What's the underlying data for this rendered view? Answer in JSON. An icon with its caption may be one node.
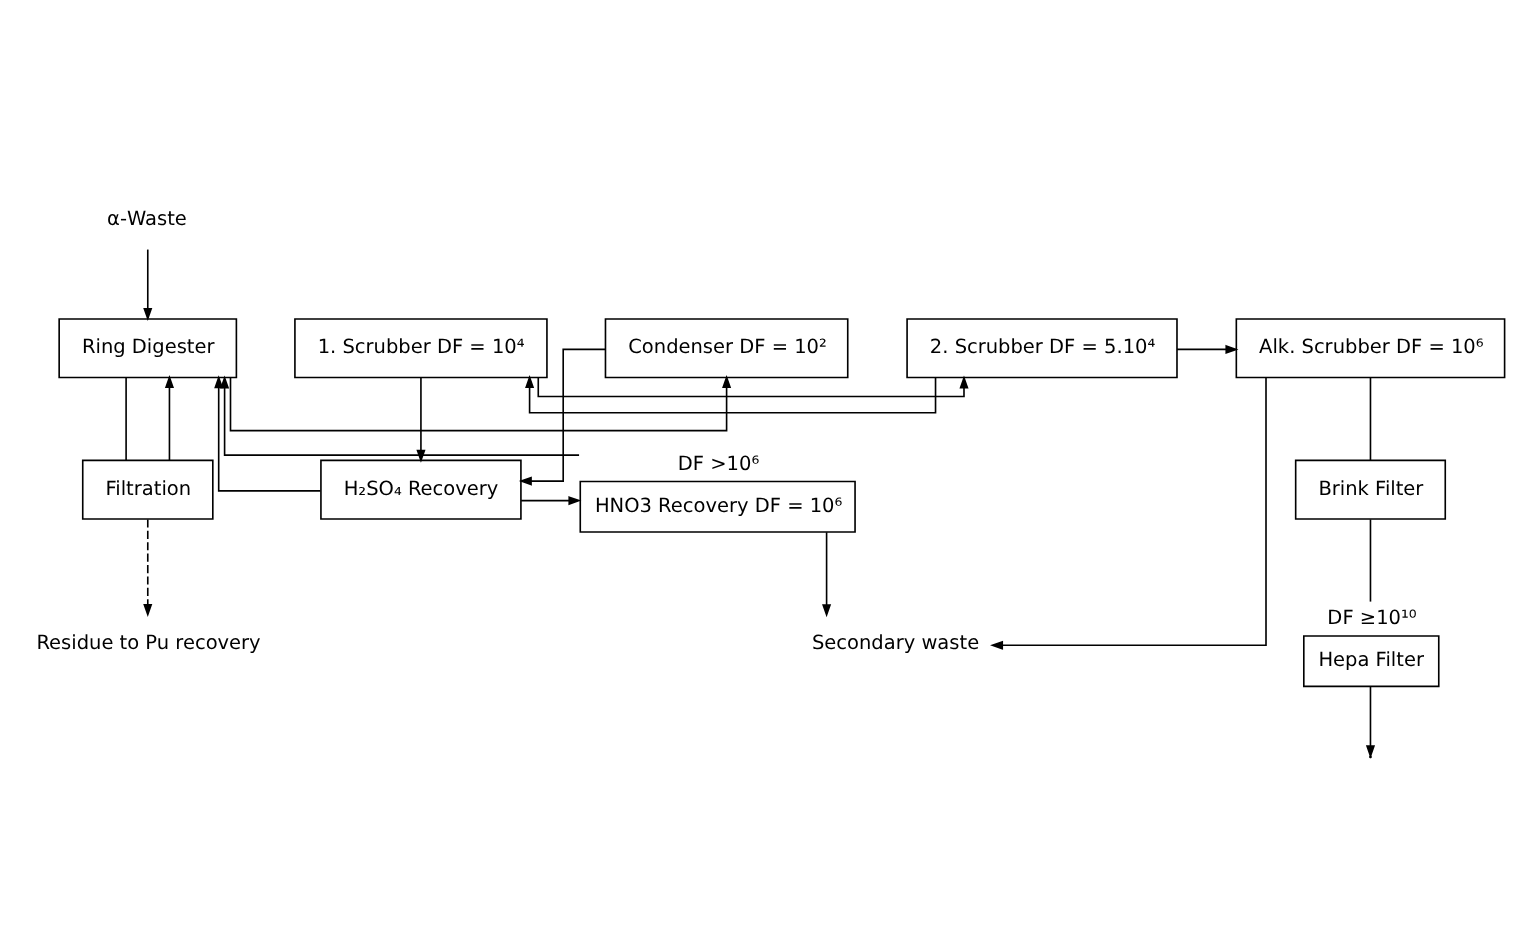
{
  "diagram": {
    "nodes": [
      {
        "text": [
          "α-Waste"
        ]
      },
      {
        "text": [
          "Ring Digester"
        ]
      },
      {
        "text": [
          "Condenser DF = 10²"
        ]
      },
      {
        "text": [
          "1. Scrubber DF = 10⁴"
        ]
      },
      {
        "text": [
          "2. Scrubber DF = 5.10⁴"
        ]
      },
      {
        "text": [
          "Alk. Scrubber DF = 10⁶"
        ]
      },
      {
        "text": [
          "Brink Filter"
        ]
      },
      {
        "text": [
          "Hepa Filter"
        ],
        "beside": [
          "DF ≥10¹⁰"
        ]
      },
      {
        "text": [
          "Filtration"
        ]
      },
      {
        "text": [
          "H₂SO₄ Recovery"
        ]
      },
      {
        "text": [
          "HNO3 Recovery DF = 10⁶"
        ],
        "beside": [
          "DF >10⁶"
        ]
      },
      {
        "text": [
          "Residue to Pu recovery"
        ]
      },
      {
        "text": [
          "Secondary waste"
        ]
      }
    ],
    "edges": [
      {
        "from": 0,
        "to": 1,
        "arrow": "to"
      },
      {
        "from": 1,
        "to": 2,
        "arrow": "to"
      },
      {
        "from": 2,
        "to": 9,
        "arrow": "to"
      },
      {
        "from": 3,
        "to": 9,
        "arrow": "to"
      },
      {
        "from": 3,
        "to": 4,
        "arrow": "to"
      },
      {
        "from": 4,
        "to": 3,
        "arrow": "to"
      },
      {
        "from": 4,
        "to": 5,
        "arrow": "to"
      },
      {
        "from": 5,
        "to": 6,
        "arrow": "none"
      },
      {
        "from": 6,
        "to": 7,
        "arrow": "none"
      },
      {
        "from": 7,
        "to": null,
        "arrow": "to"
      },
      {
        "from": 5,
        "to": 12,
        "arrow": "to"
      },
      {
        "from": 10,
        "to": 12,
        "arrow": "to"
      },
      {
        "from": 1,
        "to": 8,
        "arrow": "none"
      },
      {
        "from": 8,
        "to": 1,
        "arrow": "to"
      },
      {
        "from": 9,
        "to": 1,
        "arrow": "to"
      },
      {
        "from": 10,
        "to": 1,
        "arrow": "to"
      },
      {
        "from": 9,
        "to": 10,
        "arrow": "to"
      },
      {
        "from": 8,
        "to": 11,
        "arrow": "to",
        "style": "dashed"
      }
    ]
  }
}
